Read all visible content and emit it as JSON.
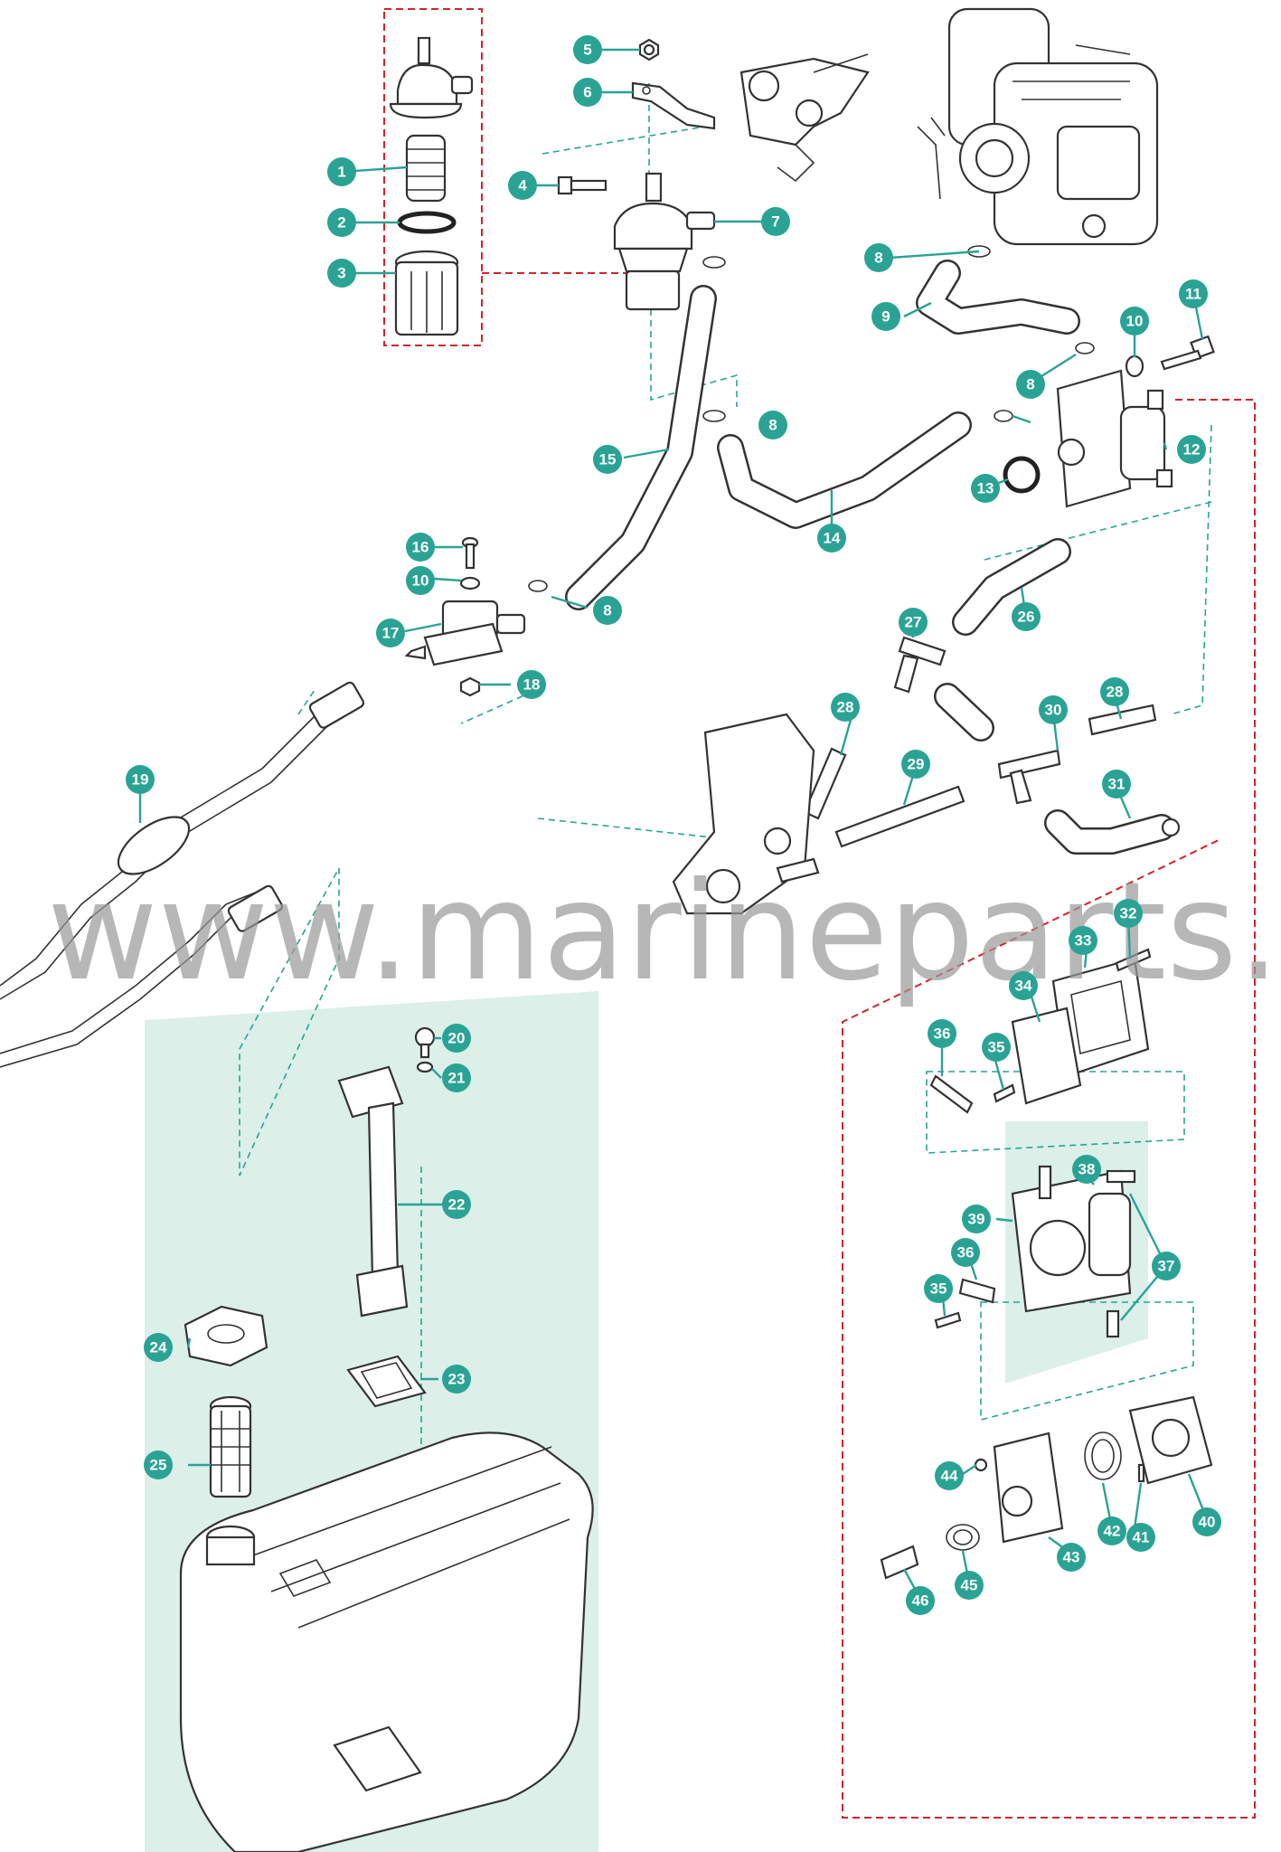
{
  "watermark": "www.marineparts.eu",
  "colors": {
    "callout": "#2aa394",
    "outline_dashes": "#d2232a",
    "tank_panel": "#dcefe9",
    "pump_panel": "#dcefe9"
  },
  "callouts": [
    {
      "id": "1",
      "label": "1"
    },
    {
      "id": "2",
      "label": "2"
    },
    {
      "id": "3",
      "label": "3"
    },
    {
      "id": "4",
      "label": "4"
    },
    {
      "id": "5",
      "label": "5"
    },
    {
      "id": "6",
      "label": "6"
    },
    {
      "id": "7",
      "label": "7"
    },
    {
      "id": "8a",
      "label": "8"
    },
    {
      "id": "9",
      "label": "9"
    },
    {
      "id": "10a",
      "label": "10"
    },
    {
      "id": "11",
      "label": "11"
    },
    {
      "id": "8b",
      "label": "8"
    },
    {
      "id": "8c",
      "label": "8"
    },
    {
      "id": "12",
      "label": "12"
    },
    {
      "id": "13",
      "label": "13"
    },
    {
      "id": "14",
      "label": "14"
    },
    {
      "id": "15",
      "label": "15"
    },
    {
      "id": "16",
      "label": "16"
    },
    {
      "id": "10b",
      "label": "10"
    },
    {
      "id": "8d",
      "label": "8"
    },
    {
      "id": "17",
      "label": "17"
    },
    {
      "id": "18",
      "label": "18"
    },
    {
      "id": "19",
      "label": "19"
    },
    {
      "id": "26",
      "label": "26"
    },
    {
      "id": "27",
      "label": "27"
    },
    {
      "id": "28a",
      "label": "28"
    },
    {
      "id": "28b",
      "label": "28"
    },
    {
      "id": "30",
      "label": "30"
    },
    {
      "id": "29",
      "label": "29"
    },
    {
      "id": "31",
      "label": "31"
    },
    {
      "id": "32",
      "label": "32"
    },
    {
      "id": "33",
      "label": "33"
    },
    {
      "id": "34",
      "label": "34"
    },
    {
      "id": "36a",
      "label": "36"
    },
    {
      "id": "35a",
      "label": "35"
    },
    {
      "id": "38",
      "label": "38"
    },
    {
      "id": "39",
      "label": "39"
    },
    {
      "id": "36b",
      "label": "36"
    },
    {
      "id": "37",
      "label": "37"
    },
    {
      "id": "35b",
      "label": "35"
    },
    {
      "id": "44",
      "label": "44"
    },
    {
      "id": "42",
      "label": "42"
    },
    {
      "id": "41",
      "label": "41"
    },
    {
      "id": "40",
      "label": "40"
    },
    {
      "id": "43",
      "label": "43"
    },
    {
      "id": "45",
      "label": "45"
    },
    {
      "id": "46",
      "label": "46"
    },
    {
      "id": "20",
      "label": "20"
    },
    {
      "id": "21",
      "label": "21"
    },
    {
      "id": "22",
      "label": "22"
    },
    {
      "id": "23",
      "label": "23"
    },
    {
      "id": "24",
      "label": "24"
    },
    {
      "id": "25",
      "label": "25"
    }
  ]
}
